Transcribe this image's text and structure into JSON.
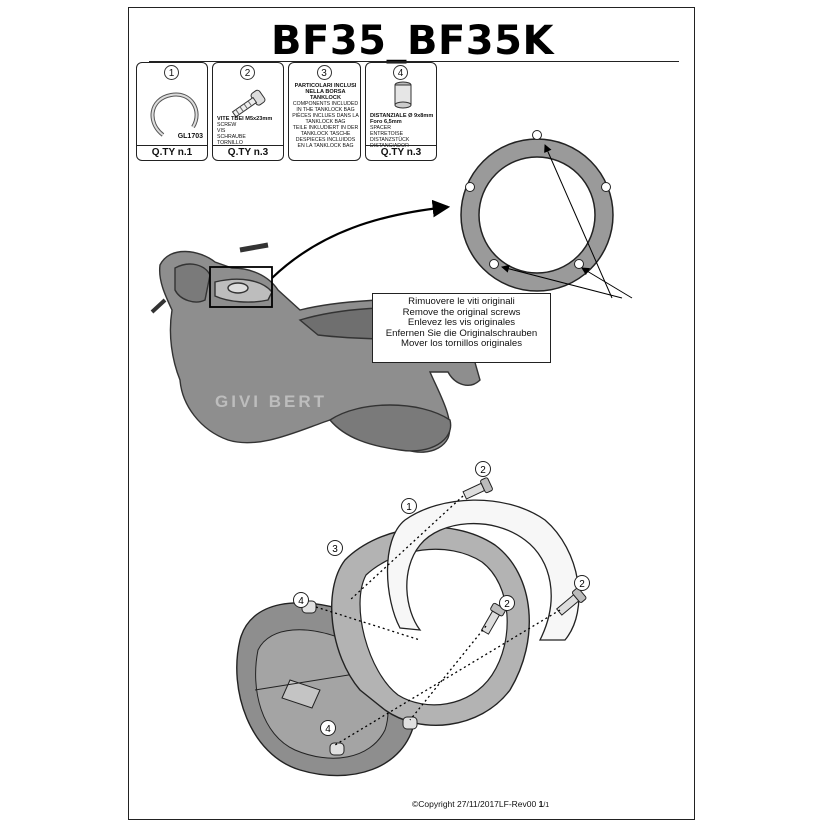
{
  "title": "BF35_BF35K",
  "parts": [
    {
      "num": "1",
      "code": "GL1703",
      "desc_bold": "",
      "desc": [],
      "qty": "Q.TY n.1"
    },
    {
      "num": "2",
      "code": "",
      "desc_bold": "VITE TBEI M5x23mm",
      "desc": [
        "SCREW",
        "VIS",
        "SCHRAUBE",
        "TORNILLO"
      ],
      "qty": "Q.TY n.3"
    },
    {
      "num": "3",
      "code": "",
      "desc_bold": "PARTICOLARI INCLUSI NELLA BORSA TANKLOCK",
      "desc": [
        "COMPONENTS INCLUDED IN THE TANKLOCK BAG",
        "PIÈCES INCLUES DANS LA TANKLOCK BAG",
        "TEILE INKLUDIERT IN DER TANKLOCK TASCHE",
        "DESPIECES INCLUIDOS EN LA TANKLOCK BAG"
      ],
      "qty": ""
    },
    {
      "num": "4",
      "code": "",
      "desc_bold": "DISTANZIALE Ø 9x8mm Foro 6,5mm",
      "desc": [
        "SPACER",
        "ENTRETOISE",
        "DISTANZSTÜCK",
        "DISTANCIADOR"
      ],
      "qty": "Q.TY n.3"
    }
  ],
  "callout": {
    "lines": [
      "Rimuovere le viti originali",
      "Remove the original screws",
      "Enlevez  les vis originales",
      "Enfernen Sie die Originalschrauben",
      "Mover los tornillos originales"
    ]
  },
  "labels": {
    "screw_a": "2",
    "screw_b": "2",
    "screw_c": "2",
    "ring": "1",
    "plate": "3",
    "spacer_a": "4",
    "spacer_b": "4"
  },
  "watermark": "GIVI BERT",
  "footer": {
    "copyright": "©Copyright 27/11/2017LF-Rev00",
    "page": "1",
    "of": "/1"
  }
}
